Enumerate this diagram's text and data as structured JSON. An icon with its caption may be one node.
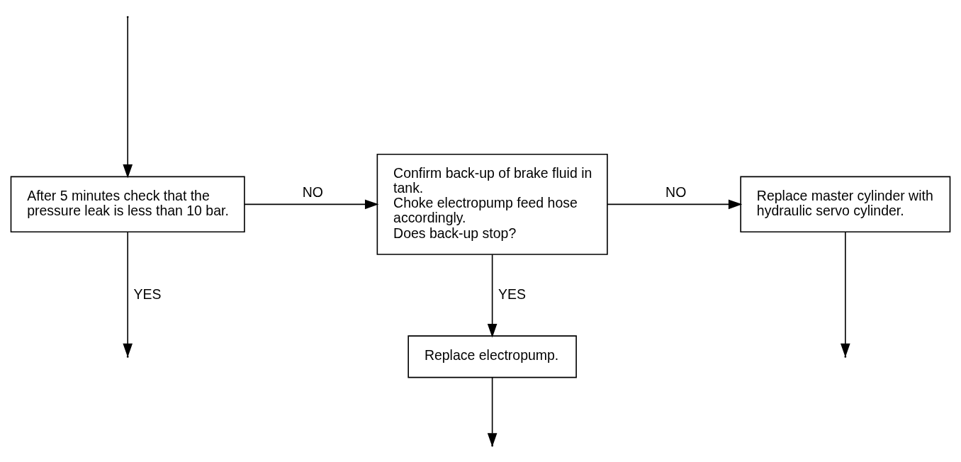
{
  "diagram": {
    "nodes": [
      {
        "text": [
          "After 5 minutes check that the pressure leak is less than 10 bar."
        ]
      },
      {
        "text": [
          "Confirm back-up of brake fluid in tank.",
          "Choke electropump feed hose accordingly.",
          "Does back-up stop?"
        ]
      },
      {
        "text": [
          "Replace master cylinder with hydraulic servo cylinder."
        ]
      },
      {
        "text": [
          "Replace electropump."
        ]
      }
    ],
    "edges": [
      {
        "from": 0,
        "to": 1,
        "arrow": "to",
        "label": "NO"
      },
      {
        "from": null,
        "to": 0,
        "arrow": "to"
      },
      {
        "from": 1,
        "to": 2,
        "arrow": "to",
        "label": "NO"
      },
      {
        "from": 1,
        "to": 3,
        "arrow": "to",
        "label": "YES"
      },
      {
        "from": 0,
        "to": null,
        "arrow": "to",
        "label": "YES"
      },
      {
        "from": 3,
        "to": null,
        "arrow": "to"
      },
      {
        "from": 2,
        "to": null,
        "arrow": "to"
      }
    ]
  }
}
